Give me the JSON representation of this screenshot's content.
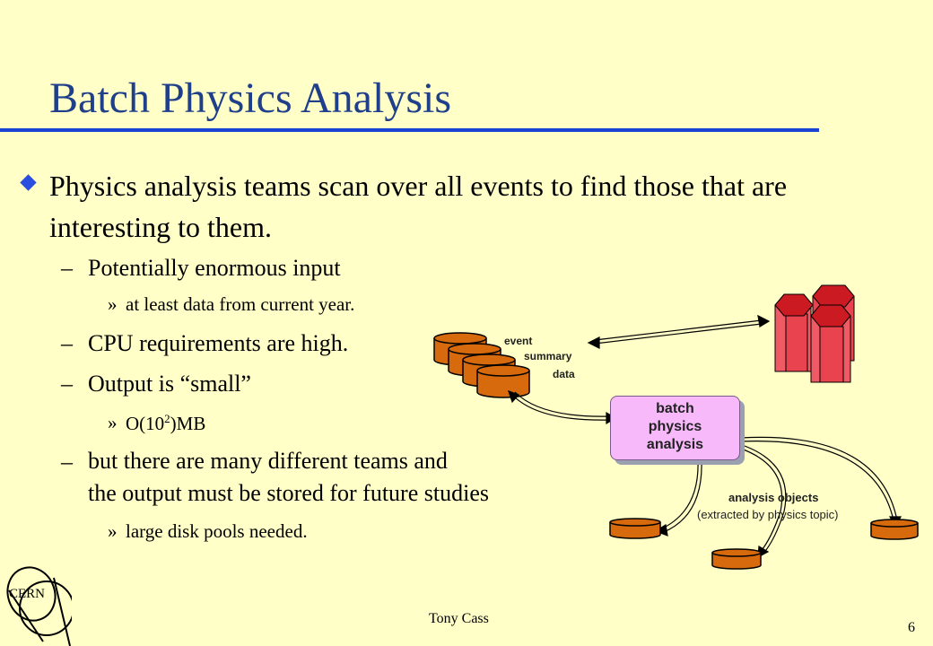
{
  "slide": {
    "title": "Batch Physics Analysis",
    "bullet": "Physics analysis teams scan over all events to find those that are interesting to them.",
    "items": [
      {
        "type": "l2",
        "text": "Potentially enormous input"
      },
      {
        "type": "l3",
        "text": "at least data from current year."
      },
      {
        "type": "l2",
        "text": "CPU requirements are high."
      },
      {
        "type": "l2",
        "text": "Output is “small”"
      },
      {
        "type": "l3",
        "text_pre": "O(10",
        "text_sup": "2",
        "text_post": ")MB"
      },
      {
        "type": "l2",
        "text_line1": "but there are many different teams and",
        "text_line2": "the output must be stored for future studies"
      },
      {
        "type": "l3",
        "text": "large disk pools needed."
      }
    ],
    "dash": "–",
    "raquo": "»"
  },
  "diagram": {
    "event_label_1": "event",
    "event_label_2": "summary",
    "event_label_3": "data",
    "box_line1": "batch",
    "box_line2": "physics",
    "box_line3": "analysis",
    "analysis_objects_title": "analysis objects",
    "analysis_objects_sub": "(extracted by physics topic)"
  },
  "footer": {
    "author": "Tony Cass",
    "page": "6",
    "logo_text": "CERN"
  },
  "colors": {
    "background": "#ffffc7",
    "title": "#1f3f8a",
    "rule": "#1a43d6",
    "cylinder": "#d66a0c",
    "hex_red": "#e8434f",
    "box": "#f7b9fa"
  }
}
